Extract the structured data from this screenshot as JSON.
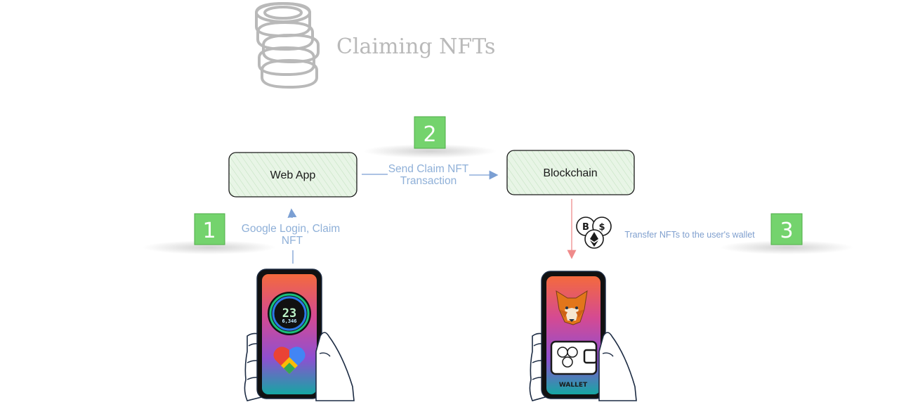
{
  "title": "Claiming NFTs",
  "nodes": {
    "web_app": {
      "label": "Web App"
    },
    "blockchain": {
      "label": "Blockchain"
    }
  },
  "steps": [
    "1",
    "2",
    "3"
  ],
  "edges": {
    "login": {
      "line1": "Google Login, Claim",
      "line2": "NFT"
    },
    "send": {
      "line1": "Send Claim NFT",
      "line2": "Transaction"
    },
    "transfer": {
      "label": "Transfer NFTs to the user's wallet"
    }
  },
  "phones": {
    "left_app": {
      "value": "23",
      "subvalue": "6,346"
    },
    "right_app": {
      "wallet_label": "WALLET"
    }
  },
  "icons": {
    "coins": "coin-stack-icon",
    "crypto": "crypto-coins-icon",
    "fox": "metamask-fox-icon",
    "heart": "google-fit-heart-icon",
    "wallet": "wallet-icon"
  },
  "colors": {
    "node_fill": "#e5f4e2",
    "step_fill": "#74d36d",
    "edge_blue": "#8fb0d8",
    "edge_red": "#ef8b8b",
    "title_gray": "#b9b9b9"
  }
}
